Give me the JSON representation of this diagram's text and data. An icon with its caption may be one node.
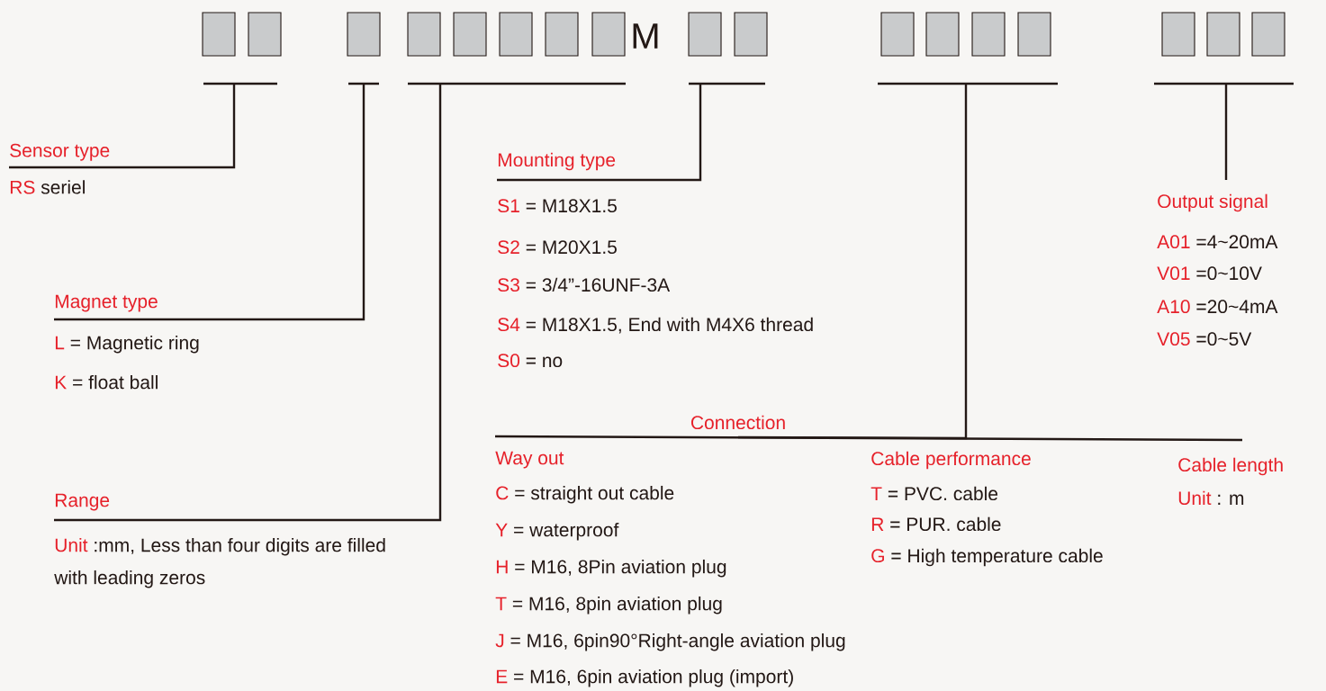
{
  "diagram": {
    "nodes": [
      {
        "text": [],
        "shape": "box"
      },
      {
        "text": [],
        "shape": "box"
      },
      {
        "text": [],
        "shape": "box"
      },
      {
        "text": [],
        "shape": "box"
      },
      {
        "text": [],
        "shape": "box"
      },
      {
        "text": [],
        "shape": "box"
      },
      {
        "text": [],
        "shape": "box"
      },
      {
        "text": [],
        "shape": "box"
      },
      {
        "text": [],
        "shape": "box"
      },
      {
        "text": [],
        "shape": "box"
      },
      {
        "text": [],
        "shape": "box"
      },
      {
        "text": [],
        "shape": "box"
      },
      {
        "text": [],
        "shape": "box"
      },
      {
        "text": [],
        "shape": "box"
      },
      {
        "text": [],
        "shape": "box"
      },
      {
        "text": [],
        "shape": "box"
      },
      {
        "text": [],
        "shape": "box"
      },
      {
        "text": [
          "Sensor type",
          "RS",
          "seriel"
        ]
      },
      {
        "text": [
          "Mounting type",
          "S1",
          "= M18X1.5",
          "S2",
          "= M20X1.5",
          "S3",
          "= 3/4”-16UNF-3A",
          "S4",
          "= M18X1.5, End with M4X6 thread",
          "S0",
          "= no"
        ]
      },
      {
        "text": [
          "Output signal",
          "A01",
          "=4~20mA",
          "V01",
          "=0~10V",
          "A10",
          "=20~4mA",
          "V05",
          "=0~5V"
        ]
      },
      {
        "text": [
          "Magnet type",
          "L",
          "= Magnetic ring",
          "K",
          "= float ball"
        ]
      },
      {
        "text": [
          "Range",
          "Unit",
          ":mm, Less than four digits are filled with leading zeros"
        ]
      },
      {
        "text": [
          "Connection"
        ]
      },
      {
        "text": [
          "Way out",
          "C",
          "= straight out cable",
          "Y",
          "= waterproof",
          "H",
          "= M16, 8Pin aviation plug",
          "T",
          "= M16, 8pin aviation plug",
          "J",
          "= M16, 6pin90°Right-angle aviation plug",
          "E",
          "= M16, 6pin aviation plug (import)"
        ]
      },
      {
        "text": [
          "Cable performance",
          "T",
          "= PVC. cable",
          "R",
          "= PUR. cable",
          "G",
          "= High temperature cable"
        ]
      },
      {
        "text": [
          "Cable length",
          "Unit",
          ": m"
        ]
      }
    ],
    "edges": [
      {
        "from": 17,
        "to": null,
        "arrow": "none"
      },
      {
        "from": 18,
        "to": null,
        "arrow": "none"
      },
      {
        "from": 19,
        "to": null,
        "arrow": "none"
      },
      {
        "from": 20,
        "to": null,
        "arrow": "none"
      },
      {
        "from": 21,
        "to": null,
        "arrow": "none"
      },
      {
        "from": 22,
        "to": null,
        "arrow": "none"
      }
    ],
    "labels": [
      "M"
    ]
  }
}
